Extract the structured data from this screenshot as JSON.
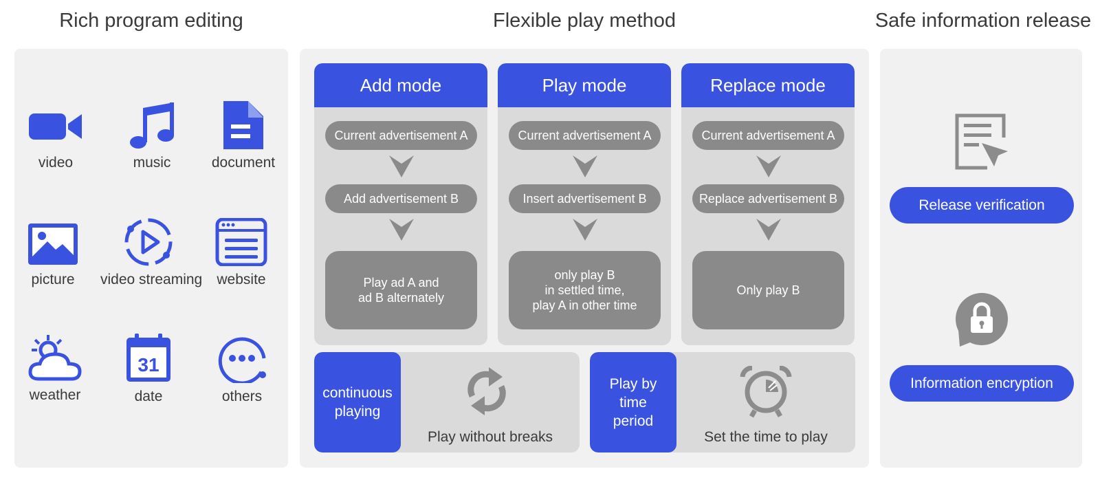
{
  "sections": {
    "left_title": "Rich program editing",
    "middle_title": "Flexible play method",
    "right_title": "Safe information release"
  },
  "program_types": [
    {
      "label": "video",
      "icon": "video-camera-icon"
    },
    {
      "label": "music",
      "icon": "music-note-icon"
    },
    {
      "label": "document",
      "icon": "document-icon"
    },
    {
      "label": "picture",
      "icon": "picture-icon"
    },
    {
      "label": "video streaming",
      "icon": "video-streaming-icon"
    },
    {
      "label": "website",
      "icon": "website-icon"
    },
    {
      "label": "weather",
      "icon": "weather-icon"
    },
    {
      "label": "date",
      "icon": "calendar-icon",
      "day": "31"
    },
    {
      "label": "others",
      "icon": "more-icon"
    }
  ],
  "modes": [
    {
      "title": "Add mode",
      "step1": "Current advertisement A",
      "step2": "Add advertisement B",
      "result": "Play ad A and\nad B alternately"
    },
    {
      "title": "Play mode",
      "step1": "Current advertisement A",
      "step2": "Insert advertisement B",
      "result": "only play B\nin settled time,\nplay A in other time"
    },
    {
      "title": "Replace mode",
      "step1": "Current advertisement A",
      "step2": "Replace advertisement B",
      "result": "Only play B"
    }
  ],
  "play_options": [
    {
      "tag": "continuous\nplaying",
      "caption": "Play without breaks",
      "icon": "loop-icon"
    },
    {
      "tag": "Play by\ntime\nperiod",
      "caption": "Set the time to play",
      "icon": "alarm-clock-icon"
    }
  ],
  "release": {
    "verification_label": "Release verification",
    "encryption_label": "Information encryption"
  },
  "colors": {
    "accent": "#3a52e0",
    "panel_bg": "#f1f1f2",
    "card_bg": "#dadada",
    "pill_bg": "#8a8a8a",
    "icon_gray": "#8c8c8c"
  }
}
